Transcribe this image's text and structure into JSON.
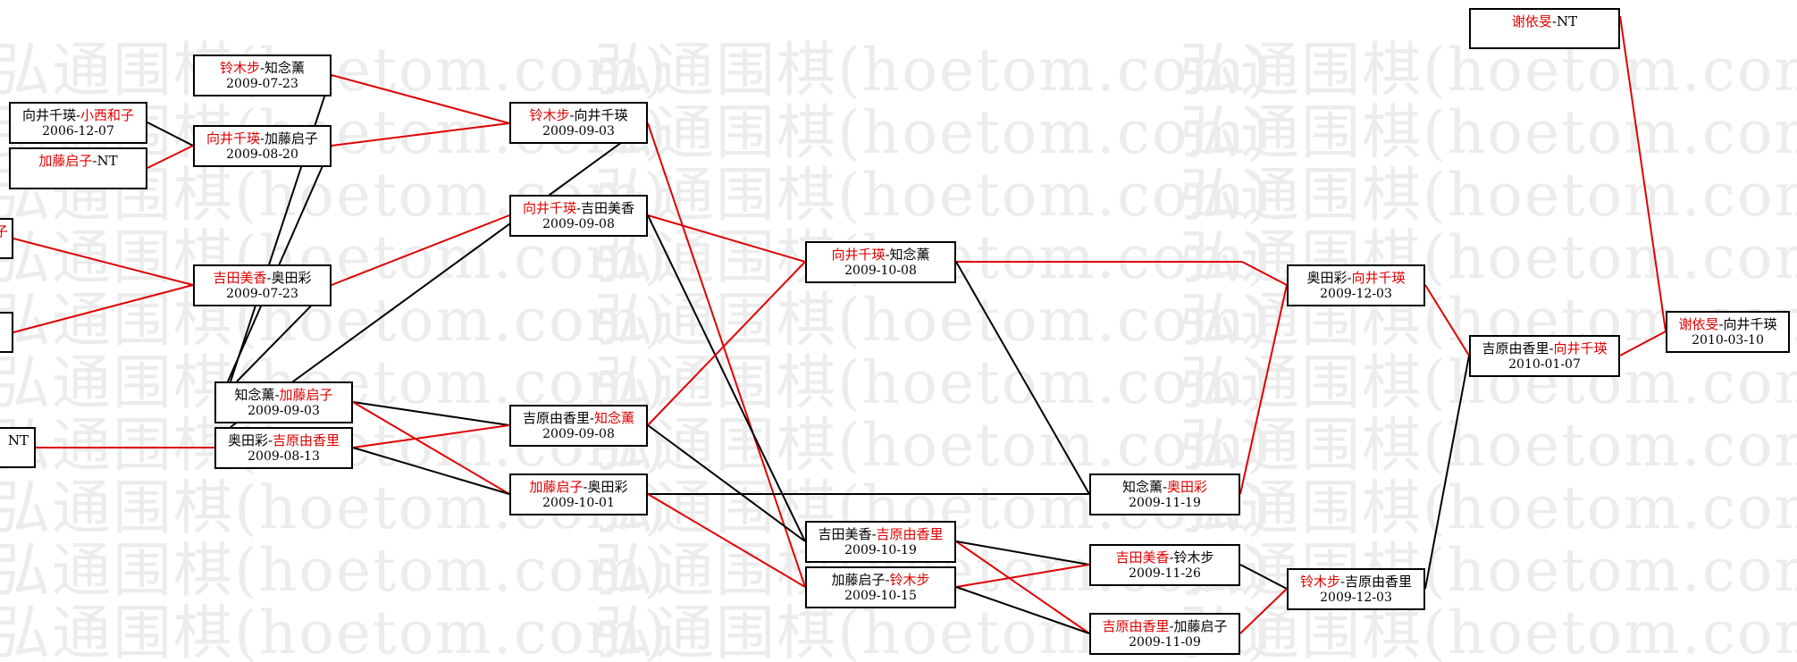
{
  "watermark": "弘通围棋(hoetom.com)",
  "colors": {
    "win_color": "#e00000",
    "loss_color": "#000000"
  },
  "games": [
    {
      "id": "g_xys_nt",
      "first": "谢依旻",
      "second": "NT",
      "winner": "first",
      "date": ""
    },
    {
      "id": "g_lmb_zn",
      "first": "铃木步",
      "second": "知念薰",
      "winner": "first",
      "date": "2009-07-23"
    },
    {
      "id": "g_xj_xx",
      "first": "向井千瑛",
      "second": "小西和子",
      "winner": "second",
      "date": "2006-12-07"
    },
    {
      "id": "g_jt_nt",
      "first": "加藤启子",
      "second": "NT",
      "winner": "first",
      "date": ""
    },
    {
      "id": "g_xj_jt",
      "first": "向井千瑛",
      "second": "加藤启子",
      "winner": "first",
      "date": "2009-08-20"
    },
    {
      "id": "g_jy_ot",
      "first": "吉田美香",
      "second": "奥田彩",
      "winner": "first",
      "date": "2009-07-23"
    },
    {
      "id": "g_zn_jt",
      "first": "知念薰",
      "second": "加藤启子",
      "winner": "second",
      "date": "2009-09-03"
    },
    {
      "id": "g_ot_jyy",
      "first": "奥田彩",
      "second": "吉原由香里",
      "winner": "second",
      "date": "2009-08-13"
    },
    {
      "id": "g_lmb_xj",
      "first": "铃木步",
      "second": "向井千瑛",
      "winner": "first",
      "date": "2009-09-03"
    },
    {
      "id": "g_xj_jy",
      "first": "向井千瑛",
      "second": "吉田美香",
      "winner": "first",
      "date": "2009-09-08"
    },
    {
      "id": "g_jyy_zn",
      "first": "吉原由香里",
      "second": "知念薰",
      "winner": "second",
      "date": "2009-09-08"
    },
    {
      "id": "g_jt_ot",
      "first": "加藤启子",
      "second": "奥田彩",
      "winner": "first",
      "date": "2009-10-01"
    },
    {
      "id": "g_xj_zn",
      "first": "向井千瑛",
      "second": "知念薰",
      "winner": "first",
      "date": "2009-10-08"
    },
    {
      "id": "g_jy_jyy",
      "first": "吉田美香",
      "second": "吉原由香里",
      "winner": "second",
      "date": "2009-10-19"
    },
    {
      "id": "g_jt_lmb",
      "first": "加藤启子",
      "second": "铃木步",
      "winner": "second",
      "date": "2009-10-15"
    },
    {
      "id": "g_zn_ot",
      "first": "知念薰",
      "second": "奥田彩",
      "winner": "second",
      "date": "2009-11-19"
    },
    {
      "id": "g_jy_lmb",
      "first": "吉田美香",
      "second": "铃木步",
      "winner": "first",
      "date": "2009-11-26"
    },
    {
      "id": "g_jyy_jt",
      "first": "吉原由香里",
      "second": "加藤启子",
      "winner": "first",
      "date": "2009-11-09"
    },
    {
      "id": "g_ot_xj",
      "first": "奥田彩",
      "second": "向井千瑛",
      "winner": "second",
      "date": "2009-12-03"
    },
    {
      "id": "g_lmb_jyy",
      "first": "铃木步",
      "second": "吉原由香里",
      "winner": "first",
      "date": "2009-12-03"
    },
    {
      "id": "g_jyy_xj",
      "first": "吉原由香里",
      "second": "向井千瑛",
      "winner": "second",
      "date": "2010-01-07"
    },
    {
      "id": "g_xys_xj",
      "first": "谢依旻",
      "second": "向井千瑛",
      "winner": "first",
      "date": "2010-03-10"
    }
  ],
  "clipped_left": {
    "top_fragment": "子",
    "bottom_fragment": "NT"
  }
}
